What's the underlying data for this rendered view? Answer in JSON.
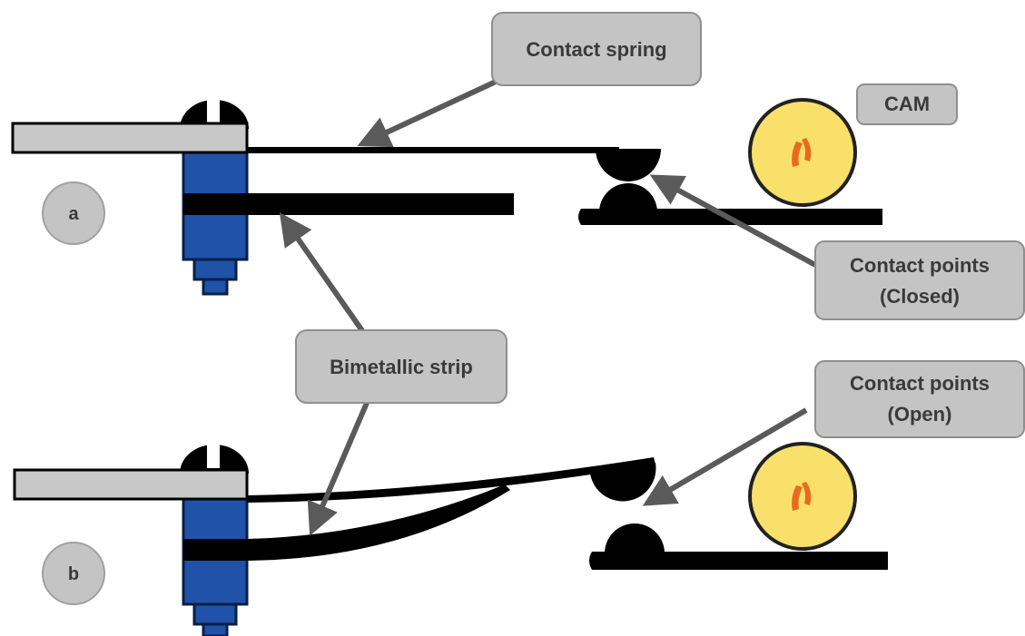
{
  "labels": {
    "contact_spring": "Contact spring",
    "cam": "CAM",
    "bimetallic_strip": "Bimetallic strip",
    "contact_points_closed_line1": "Contact points",
    "contact_points_closed_line2": "(Closed)",
    "contact_points_open_line1": "Contact points",
    "contact_points_open_line2": "(Open)"
  },
  "badges": {
    "a": "a",
    "b": "b"
  },
  "colors": {
    "label_box_fill": "#c4c4c4",
    "label_box_stroke": "#8f8f8f",
    "arrow": "#5a5a5a",
    "bracket": "#c8c8c8",
    "screw_body": "#1f52a8",
    "cam_fill": "#f9e06a",
    "cam_stroke": "#222222",
    "cam_mark": "#e86a1e",
    "metal": "#000000"
  }
}
